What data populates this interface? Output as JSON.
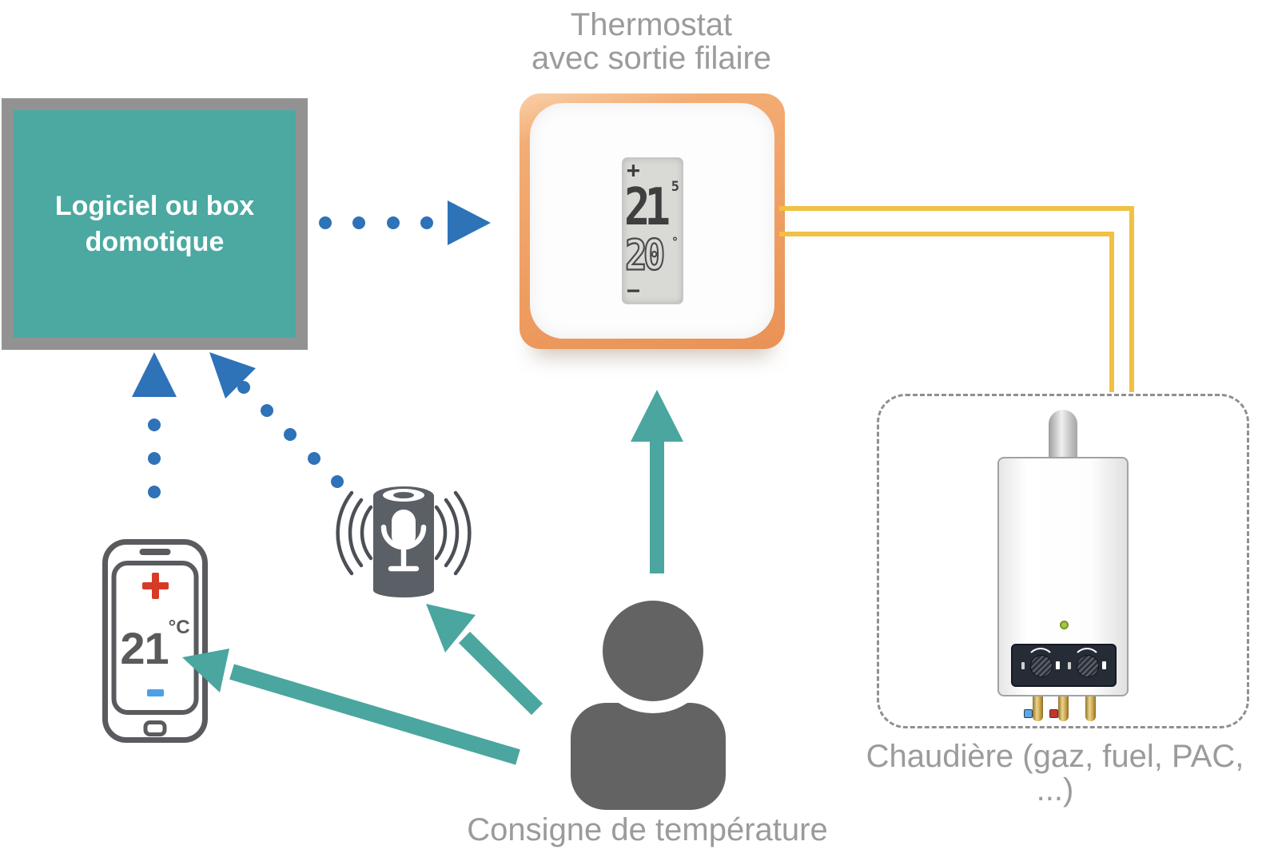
{
  "labels": {
    "domotique_line1": "Logiciel ou box",
    "domotique_line2": "domotique",
    "thermostat_line1": "Thermostat",
    "thermostat_line2": "avec sortie filaire",
    "boiler": "Chaudière (gaz, fuel, PAC, ...)",
    "person": "Consigne de température"
  },
  "thermostat_display": {
    "plus": "+",
    "setpoint": "21",
    "setpoint_decimal": "5",
    "ambient": "20",
    "degree": "°",
    "minus": "−"
  },
  "phone_display": {
    "value": "21",
    "unit": "°C"
  },
  "icons": {
    "phone_plus": "plus-icon",
    "phone_minus": "minus-icon",
    "phone": "smartphone-icon",
    "speaker": "smart-speaker-icon",
    "microphone": "microphone-icon",
    "sound_waves": "sound-waves-icon",
    "person": "person-icon",
    "boiler": "boiler-icon",
    "wires": "wired-output"
  },
  "colors": {
    "box_teal": "#4BA9A1",
    "box_border_gray": "#929292",
    "arrow_blue": "#2E72B8",
    "arrow_teal": "#4AA69F",
    "wire_yellow": "#F0C143",
    "label_gray": "#9B9B9B",
    "icon_gray": "#5B5F66",
    "phone_plus_red": "#D63B27",
    "phone_minus_blue": "#4DA0E8",
    "thermostat_orange": "#EF9F63",
    "boiler_panel": "#262C36",
    "led_green": "#A7C838"
  }
}
